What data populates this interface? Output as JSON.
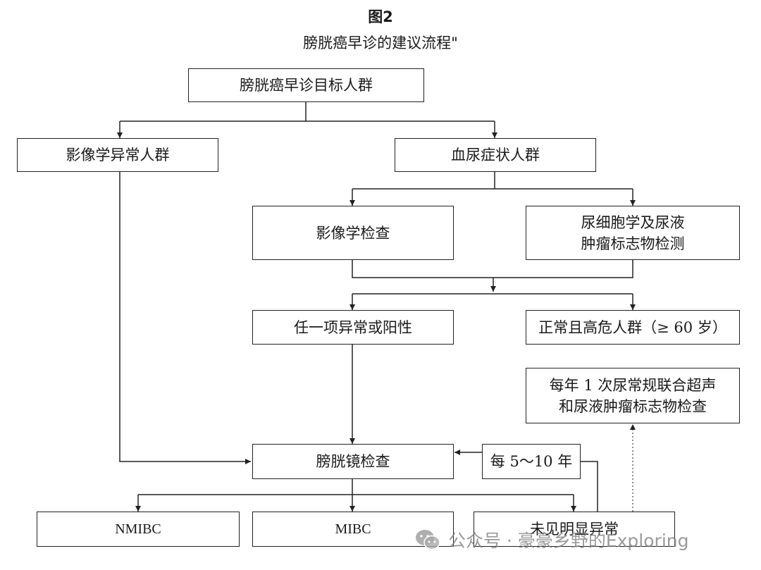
{
  "figure": {
    "label": "图2",
    "title": "膀胱癌早诊的建议流程\""
  },
  "nodes": {
    "target_population": "膀胱癌早诊目标人群",
    "imaging_abnormal": "影像学异常人群",
    "hematuria": "血尿症状人群",
    "imaging_exam": "影像学检查",
    "cytology_markers": "尿细胞学及尿液\n肿瘤标志物检测",
    "any_positive": "任一项异常或阳性",
    "normal_high_risk": "正常且高危人群（≥ 60 岁）",
    "annual_screening": "每年 1 次尿常规联合超声\n和尿液肿瘤标志物检查",
    "cystoscopy": "膀胱镜检查",
    "interval": "每 5～10 年",
    "nmibc": "NMIBC",
    "mibc": "MIBC",
    "no_abnormality": "未见明显异常"
  },
  "watermark": {
    "text": "公众号 · 豪豪乡野的Exploring",
    "icon": "wechat-icon"
  }
}
